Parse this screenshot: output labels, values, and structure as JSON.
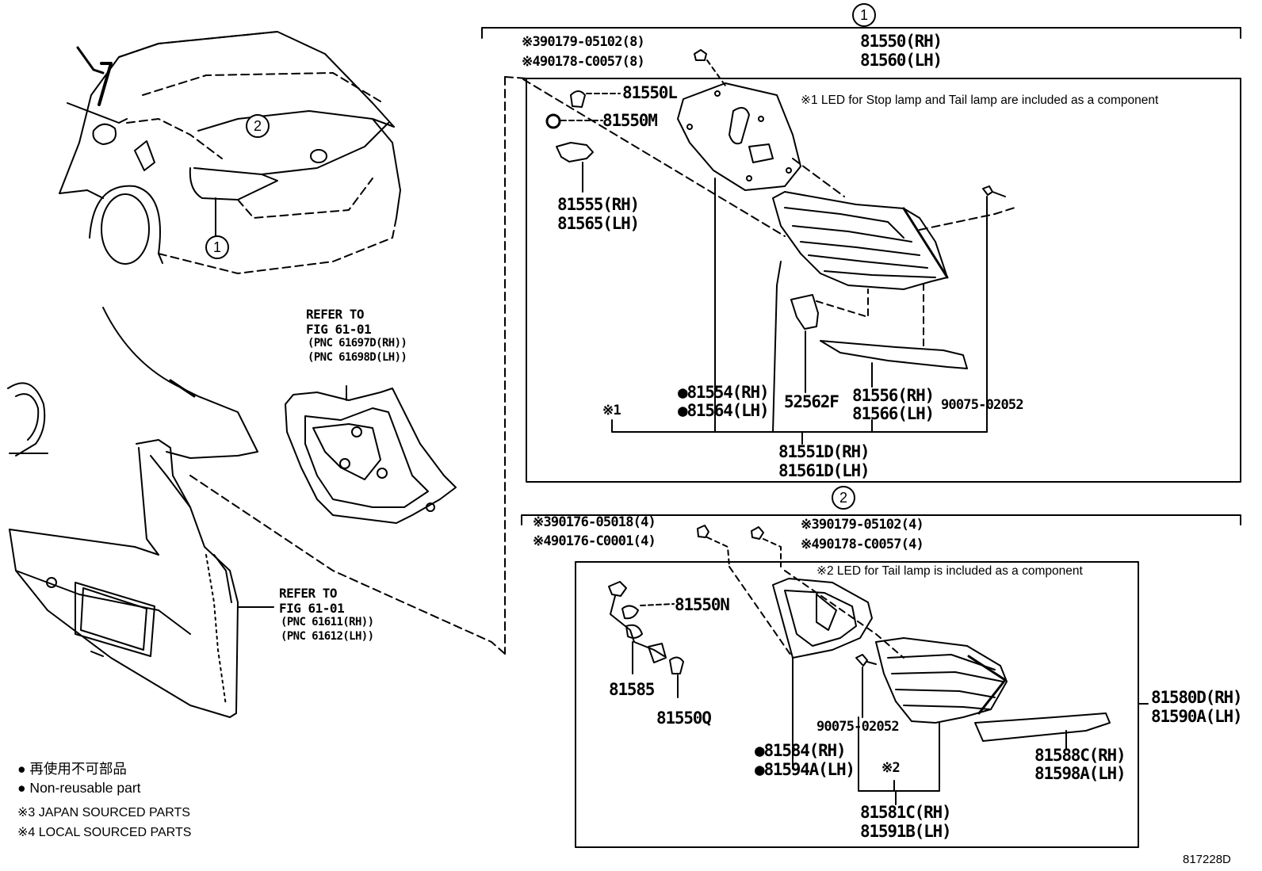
{
  "callouts": {
    "one": "1",
    "two": "2"
  },
  "group1": {
    "note": "※1 LED for Stop lamp and Tail lamp are included as a component",
    "parts": {
      "rear_lamp_assembly": [
        "81550(RH)",
        "81560(LH)"
      ],
      "nut_jp": "※390179-05102(8)",
      "nut_local": "※490178-C0057(8)",
      "bulb_l": "81550L",
      "bulb_m": "81550M",
      "socket": [
        "81555(RH)",
        "81565(LH)"
      ],
      "gasket": [
        "●81554(RH)",
        "●81564(LH)"
      ],
      "bracket": "52562F",
      "cover": [
        "81556(RH)",
        "81566(LH)"
      ],
      "screw": "90075-02052",
      "mark1": "※1",
      "lens_body": [
        "81551D(RH)",
        "81561D(LH)"
      ]
    }
  },
  "group2": {
    "note": "※2 LED for Tail lamp is included as a component",
    "parts": {
      "nut_a_jp": "※390176-05018(4)",
      "nut_a_local": "※490176-C0001(4)",
      "nut_b_jp": "※390179-05102(4)",
      "nut_b_local": "※490178-C0057(4)",
      "bulb_n": "81550N",
      "wire": "81585",
      "bulb_q": "81550Q",
      "screw": "90075-02052",
      "gasket": [
        "●81584(RH)",
        "●81594A(LH)"
      ],
      "mark2": "※2",
      "lens_body": [
        "81581C(RH)",
        "81591B(LH)"
      ],
      "cover": [
        "81588C(RH)",
        "81598A(LH)"
      ],
      "lamp_assembly": [
        "81580D(RH)",
        "81590A(LH)"
      ]
    }
  },
  "refer_upper": {
    "title": "REFER TO",
    "fig": "FIG 61-01",
    "pnc1": "(PNC 61697D(RH))",
    "pnc2": "(PNC 61698D(LH))"
  },
  "refer_lower": {
    "title": "REFER TO",
    "fig": "FIG 61-01",
    "pnc1": "(PNC 61611(RH))",
    "pnc2": "(PNC 61612(LH))"
  },
  "legend": {
    "non_reusable_jp": "● 再使用不可部品",
    "non_reusable_en": "● Non-reusable part",
    "japan_sourced": "※3 JAPAN SOURCED PARTS",
    "local_sourced": "※4 LOCAL SOURCED PARTS"
  },
  "figure_id": "817228D"
}
